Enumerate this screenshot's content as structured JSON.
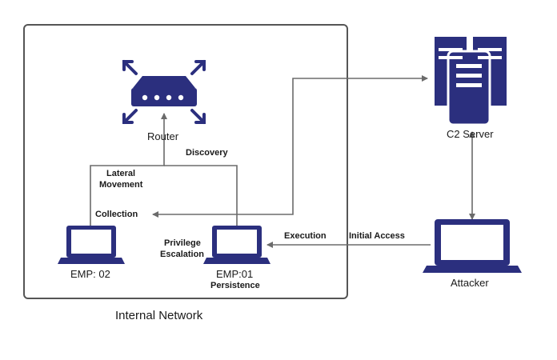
{
  "diagram": {
    "network_label": "Internal Network",
    "nodes": {
      "router": "Router",
      "c2_server": "C2 Server",
      "emp02": "EMP: 02",
      "emp01": "EMP:01",
      "attacker": "Attacker"
    },
    "edges": {
      "discovery": "Discovery",
      "lateral_movement_1": "Lateral",
      "lateral_movement_2": "Movement",
      "collection": "Collection",
      "privilege_escalation_1": "Privilege",
      "privilege_escalation_2": "Escalation",
      "execution": "Execution",
      "initial_access": "Initial Access",
      "persistence": "Persistence"
    },
    "colors": {
      "icon": "#2b2f7e",
      "line": "#6b6b6b",
      "border": "#555555"
    }
  }
}
